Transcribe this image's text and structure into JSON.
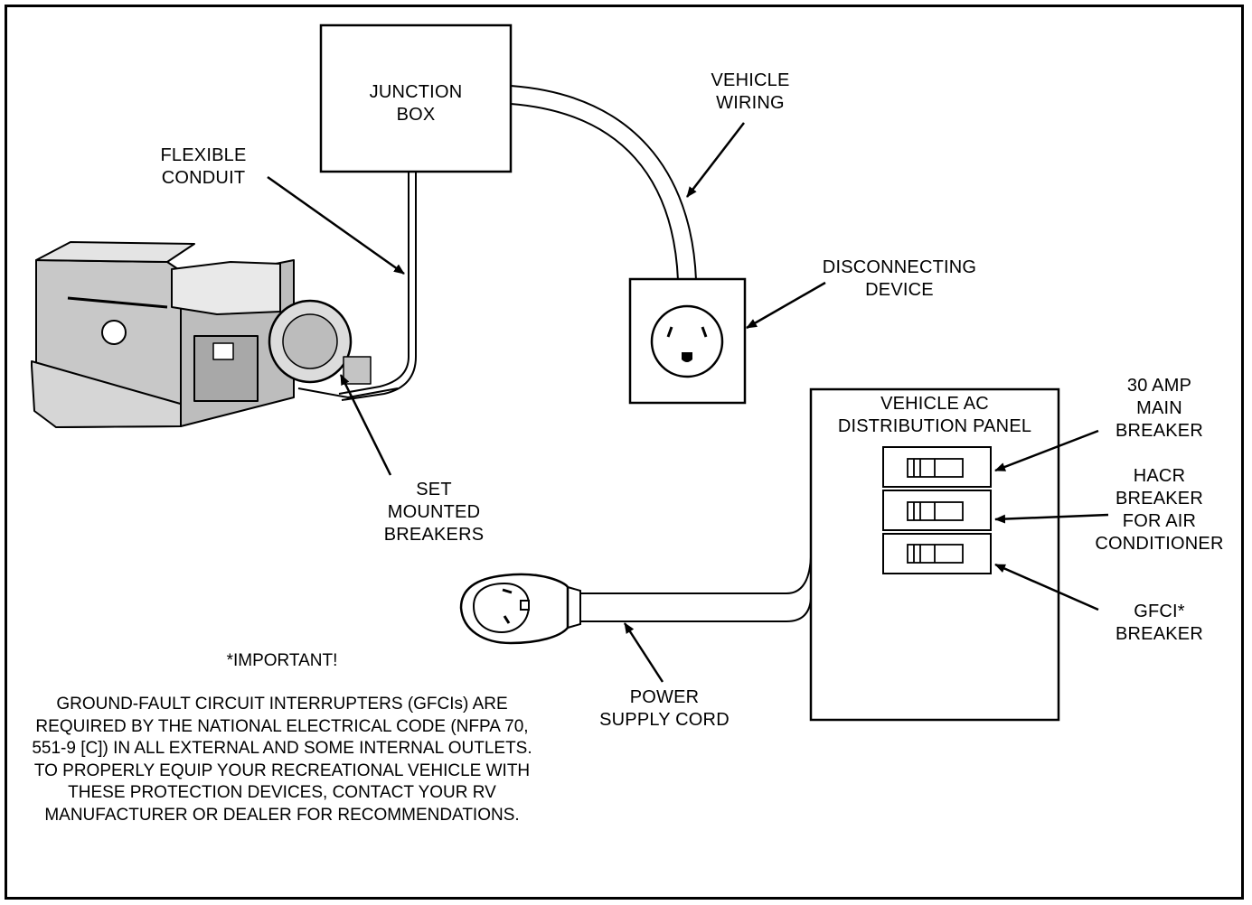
{
  "labels": {
    "junction_box": "JUNCTION\nBOX",
    "vehicle_wiring": "VEHICLE\nWIRING",
    "flexible_conduit": "FLEXIBLE\nCONDUIT",
    "disconnecting_device": "DISCONNECTING\nDEVICE",
    "set_mounted_breakers": "SET\nMOUNTED\nBREAKERS",
    "distribution_panel": "VEHICLE AC\nDISTRIBUTION PANEL",
    "main_breaker": "30 AMP\nMAIN\nBREAKER",
    "hacr_breaker": "HACR\nBREAKER\nFOR AIR\nCONDITIONER",
    "gfci_breaker": "GFCI*\nBREAKER",
    "power_supply_cord": "POWER\nSUPPLY CORD"
  },
  "note": {
    "heading": "*IMPORTANT!",
    "body": "GROUND-FAULT CIRCUIT INTERRUPTERS (GFCIs) ARE REQUIRED BY THE NATIONAL ELECTRICAL CODE (NFPA 70, 551-9 [C]) IN ALL EXTERNAL AND SOME INTERNAL OUTLETS.  TO PROPERLY EQUIP YOUR RECREATIONAL VEHICLE WITH THESE PROTECTION DEVICES, CONTACT YOUR RV MANUFACTURER OR DEALER FOR RECOMMENDATIONS."
  },
  "colors": {
    "ink": "#000000",
    "paper": "#ffffff",
    "generator_shade": "#9a9a9a"
  }
}
